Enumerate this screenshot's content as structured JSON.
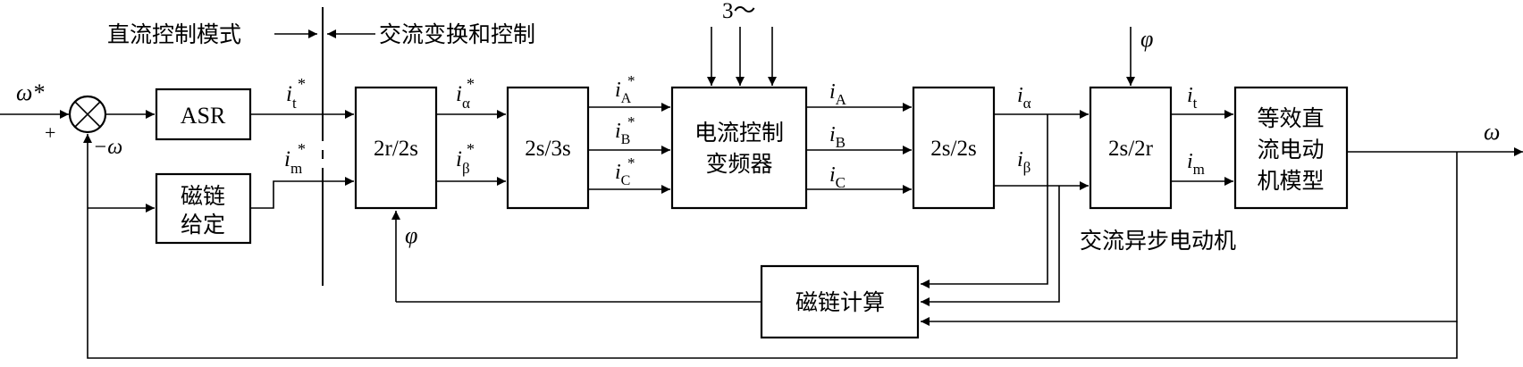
{
  "header": {
    "dc_mode": "直流控制模式",
    "ac_transform": "交流变换和控制",
    "three_phase": "3～"
  },
  "blocks": {
    "asr": "ASR",
    "flux_set": [
      "磁链",
      "给定"
    ],
    "t_2r2s": "2r/2s",
    "t_2s3s": "2s/3s",
    "inverter": [
      "电流控制",
      "变频器"
    ],
    "t_2s2s": "2s/2s",
    "t_2s2r": "2s/2r",
    "dc_model": [
      "等效直",
      "流电动",
      "机模型"
    ],
    "flux_calc": "磁链计算"
  },
  "labels": {
    "omega_star": "ω*",
    "plus": "+",
    "minus_omega": "−ω",
    "omega_out": "ω",
    "phi_bottom": "φ",
    "phi_top": "φ",
    "ac_motor": "交流异步电动机"
  },
  "signals": {
    "it_star": {
      "main": "i",
      "sub": "t",
      "sup": "*"
    },
    "im_star": {
      "main": "i",
      "sub": "m",
      "sup": "*"
    },
    "ialpha_star": {
      "main": "i",
      "sub": "α",
      "sup": "*"
    },
    "ibeta_star": {
      "main": "i",
      "sub": "β",
      "sup": "*"
    },
    "iA_star": {
      "main": "i",
      "sub": "A",
      "sup": "*"
    },
    "iB_star": {
      "main": "i",
      "sub": "B",
      "sup": "*"
    },
    "iC_star": {
      "main": "i",
      "sub": "C",
      "sup": "*"
    },
    "iA": {
      "main": "i",
      "sub": "A"
    },
    "iB": {
      "main": "i",
      "sub": "B"
    },
    "iC": {
      "main": "i",
      "sub": "C"
    },
    "ialpha": {
      "main": "i",
      "sub": "α"
    },
    "ibeta": {
      "main": "i",
      "sub": "β"
    },
    "it": {
      "main": "i",
      "sub": "t"
    },
    "im": {
      "main": "i",
      "sub": "m"
    }
  }
}
